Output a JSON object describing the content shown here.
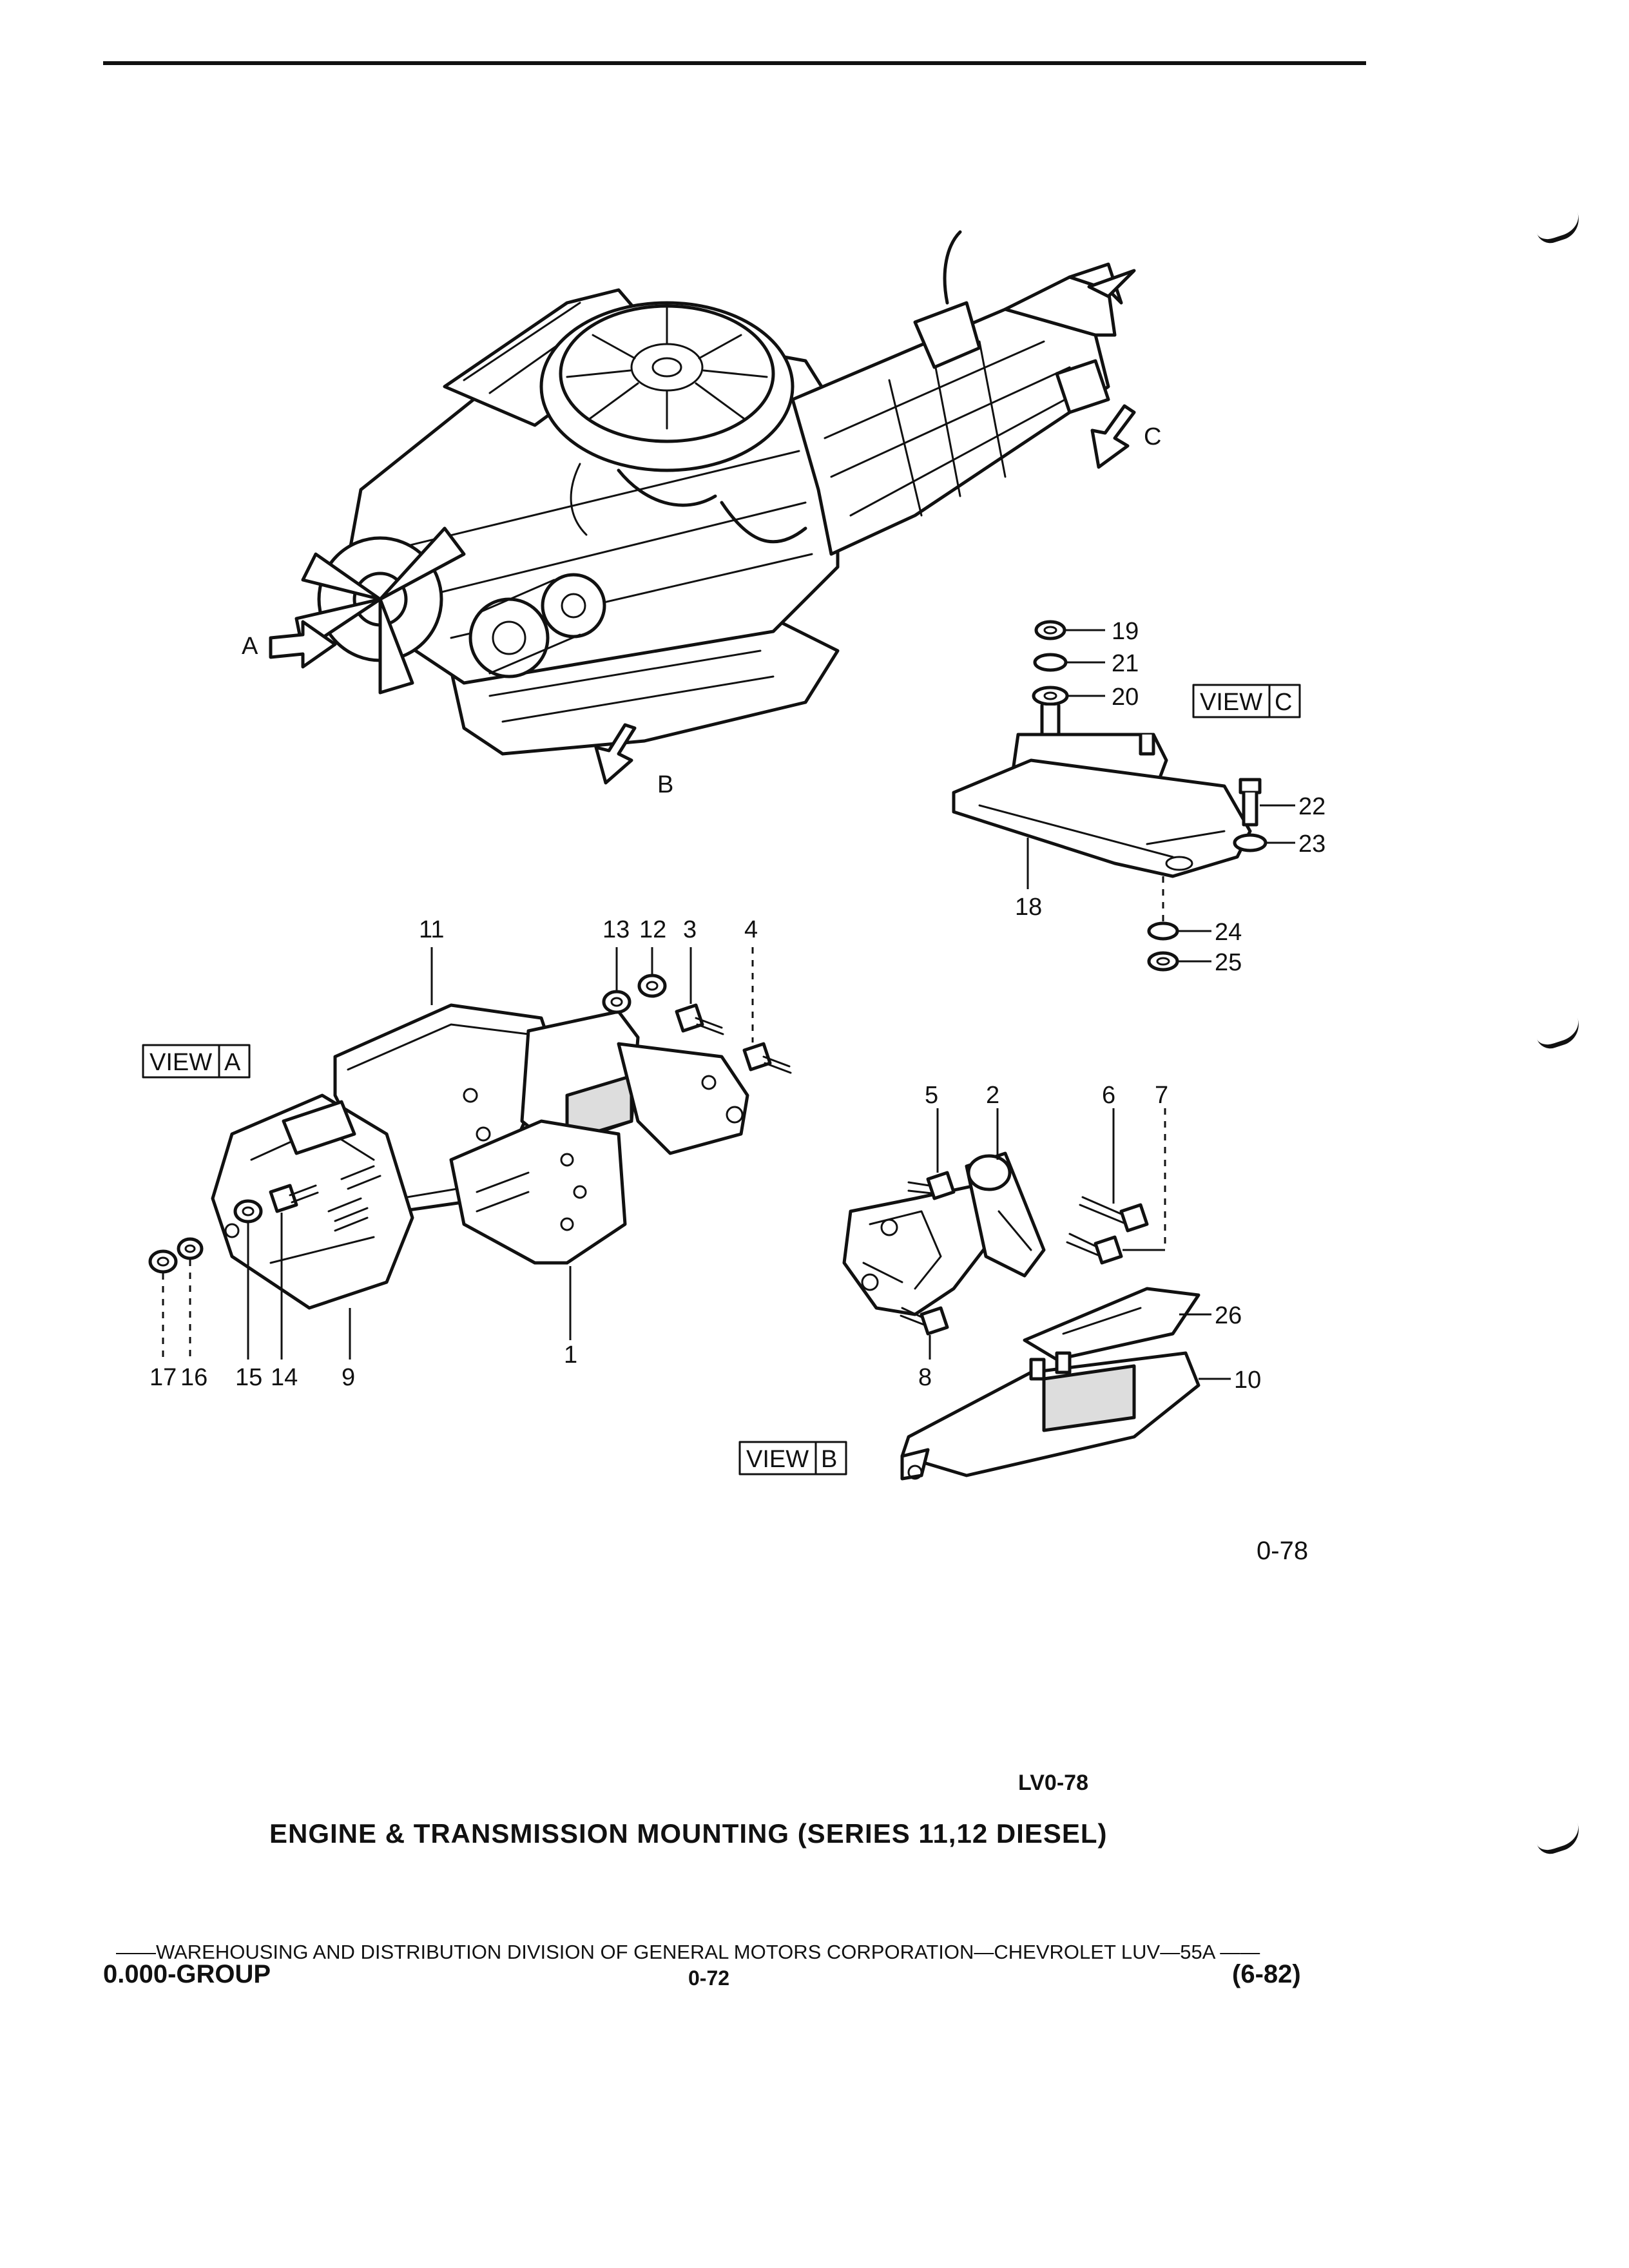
{
  "figure_number": "0-78",
  "reference_code": "LV0-78",
  "caption": "ENGINE & TRANSMISSION MOUNTING (SERIES 11,12 DIESEL)",
  "footer": {
    "publisher_line": "——WAREHOUSING AND DISTRIBUTION  DIVISION OF GENERAL MOTORS CORPORATION—CHEVROLET LUV—55A  ——",
    "group": "0.000-GROUP",
    "page": "0-72",
    "date_code": "(6-82)"
  },
  "view_arrows": {
    "a": "A",
    "b": "B",
    "c": "C"
  },
  "view_boxes": {
    "a": {
      "word": "VIEW",
      "letter": "A"
    },
    "b": {
      "word": "VIEW",
      "letter": "B"
    },
    "c": {
      "word": "VIEW",
      "letter": "C"
    }
  },
  "callouts": {
    "c1": "1",
    "c2": "2",
    "c3": "3",
    "c4": "4",
    "c5": "5",
    "c6": "6",
    "c7": "7",
    "c8": "8",
    "c9": "9",
    "c10": "10",
    "c11": "11",
    "c12": "12",
    "c13": "13",
    "c14": "14",
    "c15": "15",
    "c16": "16",
    "c17": "17",
    "c18": "18",
    "c19": "19",
    "c20": "20",
    "c21": "21",
    "c22": "22",
    "c23": "23",
    "c24": "24",
    "c25": "25",
    "c26": "26"
  }
}
